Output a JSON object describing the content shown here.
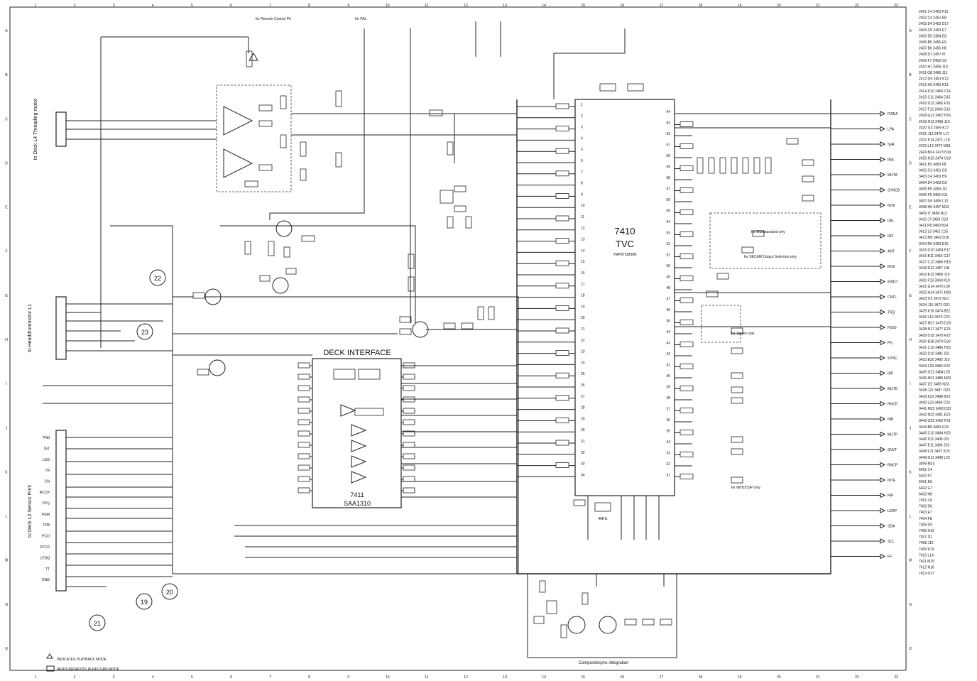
{
  "grid": {
    "columns": [
      "1",
      "2",
      "3",
      "4",
      "5",
      "6",
      "7",
      "8",
      "9",
      "10",
      "11",
      "12",
      "13",
      "14",
      "15",
      "16",
      "17",
      "18",
      "19",
      "20",
      "21",
      "22",
      "23"
    ],
    "rows": [
      "A",
      "B",
      "C",
      "D",
      "E",
      "F",
      "G",
      "H",
      "I",
      "J",
      "K",
      "L",
      "M",
      "N",
      "O"
    ]
  },
  "ics": {
    "tvc": {
      "ref": "7410",
      "name": "TVC",
      "part": "TMP87CM36N"
    },
    "deck": {
      "title": "DECK INTERFACE",
      "ref": "7411",
      "name": "SAA1310"
    }
  },
  "markers": [
    "22",
    "23",
    "21",
    "19",
    "20"
  ],
  "side_labels": {
    "threading": "to Deck L4 Threading motor",
    "headdrum": "to Headdrummotor L1",
    "sensor": "to Deck L2 Sensor Print"
  },
  "bottom_labels": {
    "composite": "Compositesync integration",
    "legend1": "INDICATES PLAYBACK MODE",
    "legend2": "MEASUREMENTS IN RECORD MODE"
  },
  "annotations": {
    "bypass": "for Remote Control Pit",
    "power": "for PAL",
    "crystal": "4MHz",
    "pot_a": "for Multistandard only",
    "pot_b": "for SECAM Output Selection only",
    "pot_c": "for Stereo only",
    "timer": "for 6kHz/DSP only"
  },
  "right_pins": [
    "FWEA",
    "LPA",
    "SVA",
    "IMA",
    "MUTA",
    "SYNCB",
    "NOD",
    "DEL",
    "RPI",
    "ANT",
    "RCE",
    "EWDT",
    "CNTL",
    "TRQ",
    "FG50",
    "PG",
    "SYNC",
    "IRP",
    "MUTE",
    "RNCE",
    "INB",
    "MUTP",
    "SNVT",
    "RNCP",
    "INTE",
    "PIP",
    "LERP",
    "SDA",
    "SCL",
    "FF"
  ],
  "sensor_pins": [
    "PN0",
    "INT",
    "LED",
    "TR",
    "CN",
    "RCCP",
    "PPS",
    "FGM",
    "TPB",
    "PCO",
    "PCO2",
    "LFDQ",
    "TT",
    "GND"
  ],
  "parts_list": [
    "2401 C4  2450 F12",
    "2402 C4  2451 E8",
    "2403 D4  2452 D17",
    "2404 C5  2453 E7",
    "2405 D5  2454 E8",
    "2406 B5  2455 E9",
    "2407 B6  2456 H8",
    "2408 D7  2457 I9",
    "2409 F7  2458 I10",
    "2410 H7  2459 J10",
    "2411 G8  2460 J11",
    "2412 G9  2461 K12",
    "2413 H9  2462 K13",
    "2414 D10  2463 C14",
    "2415 C11  2464 D15",
    "2416 D12  2465 F15",
    "2417 F12  2466 G16",
    "2418 G12  2467 H16",
    "2419 H13  2468 J16",
    "2420 I13  2469 K17",
    "2421 J13  2470 L17",
    "2422 K14  2471 L18",
    "2423 L14  2472 M18",
    "2424 M14  2473 N19",
    "2425 N15  2474 O19",
    "3401 B3  3450 F8",
    "3402 C3  3451 G9",
    "3403 C4  3452 H9",
    "3404 D4  3453 I10",
    "3405 E5  3454 J11",
    "3406 F5  3455 K11",
    "3407 G6  3456 L12",
    "3408 H6  3457 M12",
    "3409 I7  3458 N13",
    "3410 J7  3459 O13",
    "3411 K8  3460 B14",
    "3412 L8  3461 C15",
    "3413 M9  3462 D16",
    "3414 N9  3463 E16",
    "3415 O10  3464 F17",
    "3416 B11  3465 G17",
    "3417 C12  3466 H18",
    "3418 D12  3467 I18",
    "3419 E13  3468 J19",
    "3420 F13  3469 K19",
    "3421 G14  3470 L20",
    "3422 H14  3471 M20",
    "3423 I15  3472 N21",
    "3424 J15  3473 O21",
    "3425 K16  3474 B22",
    "3426 L16  3475 C22",
    "3427 M17  3476 D23",
    "3428 N17  3477 E23",
    "3429 O18  3478 F23",
    "3430 B18  3479 G23",
    "3431 C19  3480 H23",
    "3432 D19  3481 I23",
    "3433 E20  3482 J23",
    "3434 F20  3483 K23",
    "3435 G21  3484 L23",
    "3436 H21  3485 M23",
    "3437 I22  3486 N23",
    "3438 J22  3487 O23",
    "3439 K23  3488 B23",
    "3440 L23  3489 C23",
    "3441 M23  3490 D23",
    "3442 N23  3491 E23",
    "3443 O23  3492 F23",
    "3444 B9  3493 G23",
    "3445 C10  3494 H23",
    "3446 D11  3495 I23",
    "3447 E11  3496 J23",
    "3448 F11  3497 K23",
    "3449 G11  3498 L23",
    "3499 M23",
    "5401 C4",
    "5402 F7",
    "6401 E6",
    "6402 G7",
    "6403 H8",
    "7401 C6",
    "7402 D6",
    "7403 E7",
    "7404 F8",
    "7405 G9",
    "7406 H10",
    "7407 I11",
    "7408 J12",
    "7409 K13",
    "7410 L14",
    "7411 M15",
    "7412 N16",
    "7413 O17"
  ]
}
